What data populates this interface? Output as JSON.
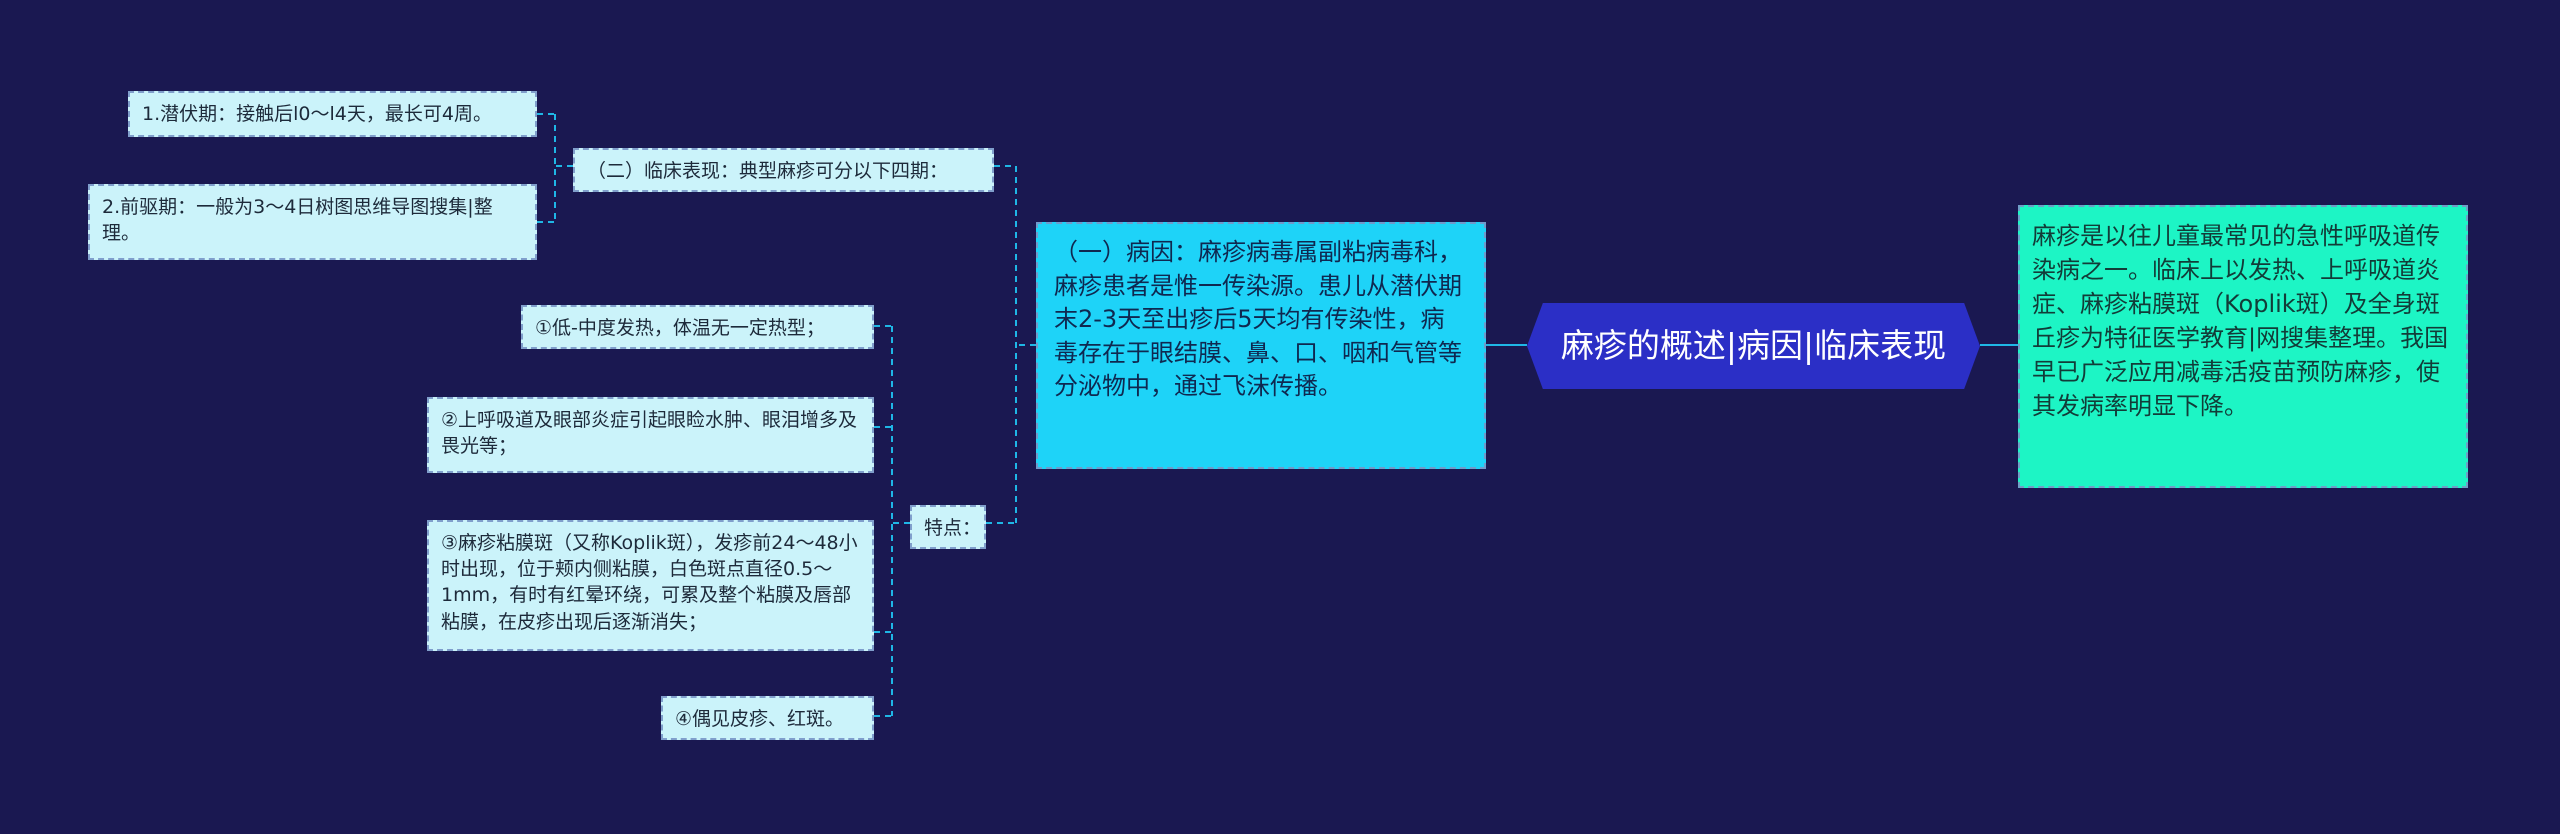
{
  "root": {
    "label": "麻疹的概述|病因|临床表现"
  },
  "summary": {
    "text": "麻疹是以往儿童最常见的急性呼吸道传染病之一。临床上以发热、上呼吸道炎症、麻疹粘膜斑（Koplik斑）及全身斑丘疹为特征医学教育|网搜集整理。我国早已广泛应用减毒活疫苗预防麻疹，使其发病率明显下降。"
  },
  "cause": {
    "text": "（一）病因：麻疹病毒属副粘病毒科，麻疹患者是惟一传染源。患儿从潜伏期末2-3天至出疹后5天均有传染性，病毒存在于眼结膜、鼻、口、咽和气管等分泌物中，通过飞沫传播。"
  },
  "clinical": {
    "label": "（二）临床表现：典型麻疹可分以下四期：",
    "stages": [
      {
        "text": "1.潜伏期：接触后l0～l4天，最长可4周。"
      },
      {
        "text": "2.前驱期：一般为3～4日树图思维导图搜集|整理。"
      }
    ]
  },
  "features": {
    "label": "特点：",
    "items": [
      {
        "text": "①低-中度发热，体温无一定热型；"
      },
      {
        "text": "②上呼吸道及眼部炎症引起眼睑水肿、眼泪增多及畏光等；"
      },
      {
        "text": "③麻疹粘膜斑（又称Koplik斑），发疹前24～48小时出现，位于颊内侧粘膜，白色斑点直径0.5～1mm，有时有红晕环绕，可累及整个粘膜及唇部粘膜，在皮疹出现后逐渐消失；"
      },
      {
        "text": "④偶见皮疹、红斑。"
      }
    ]
  },
  "colors": {
    "background": "#1a1851",
    "root": "#2b2fc6",
    "cause": "#1ed3f8",
    "summary": "#1df5c5",
    "leaf": "#cbf3fa",
    "connector": "#1fb7e6"
  }
}
